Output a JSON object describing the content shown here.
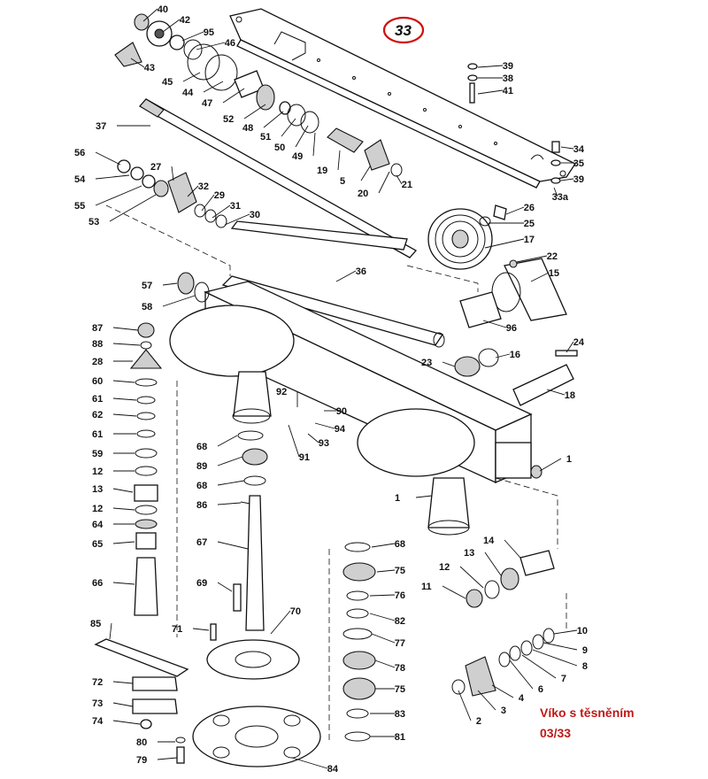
{
  "diagram": {
    "highlight_part": "33",
    "highlight_color": "#d01010",
    "caption_color": "#c01818",
    "caption_line1": "Víko s těsněním",
    "caption_line2": "03/33",
    "labels": [
      {
        "id": "40"
      },
      {
        "id": "42"
      },
      {
        "id": "95"
      },
      {
        "id": "46"
      },
      {
        "id": "43"
      },
      {
        "id": "45"
      },
      {
        "id": "44"
      },
      {
        "id": "47"
      },
      {
        "id": "52"
      },
      {
        "id": "48"
      },
      {
        "id": "51"
      },
      {
        "id": "50"
      },
      {
        "id": "49"
      },
      {
        "id": "19"
      },
      {
        "id": "5"
      },
      {
        "id": "20"
      },
      {
        "id": "21"
      },
      {
        "id": "37"
      },
      {
        "id": "56"
      },
      {
        "id": "54"
      },
      {
        "id": "55"
      },
      {
        "id": "53"
      },
      {
        "id": "27"
      },
      {
        "id": "32"
      },
      {
        "id": "29"
      },
      {
        "id": "31"
      },
      {
        "id": "30"
      },
      {
        "id": "39"
      },
      {
        "id": "38"
      },
      {
        "id": "41"
      },
      {
        "id": "34"
      },
      {
        "id": "35"
      },
      {
        "id": "39"
      },
      {
        "id": "33a"
      },
      {
        "id": "26"
      },
      {
        "id": "25"
      },
      {
        "id": "17"
      },
      {
        "id": "22"
      },
      {
        "id": "15"
      },
      {
        "id": "36"
      },
      {
        "id": "57"
      },
      {
        "id": "58"
      },
      {
        "id": "96"
      },
      {
        "id": "16"
      },
      {
        "id": "23"
      },
      {
        "id": "24"
      },
      {
        "id": "18"
      },
      {
        "id": "87"
      },
      {
        "id": "88"
      },
      {
        "id": "28"
      },
      {
        "id": "60"
      },
      {
        "id": "61"
      },
      {
        "id": "62"
      },
      {
        "id": "61"
      },
      {
        "id": "59"
      },
      {
        "id": "12"
      },
      {
        "id": "13"
      },
      {
        "id": "12"
      },
      {
        "id": "64"
      },
      {
        "id": "65"
      },
      {
        "id": "66"
      },
      {
        "id": "92"
      },
      {
        "id": "90"
      },
      {
        "id": "94"
      },
      {
        "id": "93"
      },
      {
        "id": "91"
      },
      {
        "id": "68"
      },
      {
        "id": "89"
      },
      {
        "id": "68"
      },
      {
        "id": "86"
      },
      {
        "id": "1"
      },
      {
        "id": "1"
      },
      {
        "id": "67"
      },
      {
        "id": "69"
      },
      {
        "id": "70"
      },
      {
        "id": "71"
      },
      {
        "id": "85"
      },
      {
        "id": "72"
      },
      {
        "id": "73"
      },
      {
        "id": "74"
      },
      {
        "id": "80"
      },
      {
        "id": "79"
      },
      {
        "id": "84"
      },
      {
        "id": "68"
      },
      {
        "id": "75"
      },
      {
        "id": "76"
      },
      {
        "id": "82"
      },
      {
        "id": "77"
      },
      {
        "id": "78"
      },
      {
        "id": "75"
      },
      {
        "id": "83"
      },
      {
        "id": "81"
      },
      {
        "id": "14"
      },
      {
        "id": "13"
      },
      {
        "id": "12"
      },
      {
        "id": "11"
      },
      {
        "id": "10"
      },
      {
        "id": "9"
      },
      {
        "id": "8"
      },
      {
        "id": "7"
      },
      {
        "id": "6"
      },
      {
        "id": "4"
      },
      {
        "id": "3"
      },
      {
        "id": "2"
      }
    ]
  }
}
